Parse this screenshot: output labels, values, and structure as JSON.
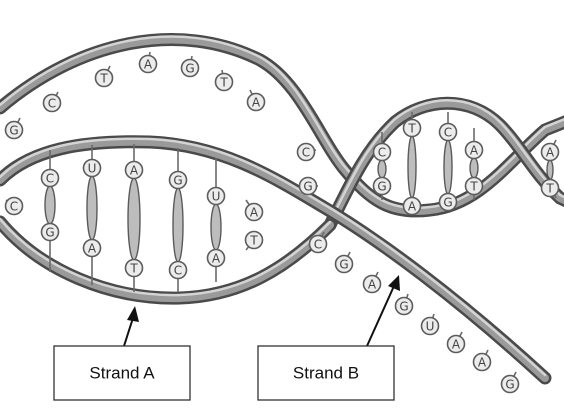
{
  "labels": {
    "strand_a": "Strand A",
    "strand_b": "Strand B"
  },
  "colors": {
    "strand_outline": "#4a4a4a",
    "strand_fill": "#9a9a9a",
    "base_fill": "#ececec",
    "arrow": "#111111"
  },
  "upper_strand_bases": [
    "G",
    "C",
    "T",
    "A",
    "G",
    "T",
    "A"
  ],
  "left_pairs": [
    {
      "top": "C",
      "bottom": "G"
    },
    {
      "top": "U",
      "bottom": "A"
    },
    {
      "top": "A",
      "bottom": "T"
    },
    {
      "top": "G",
      "bottom": "C"
    },
    {
      "top": "U",
      "bottom": "A"
    }
  ],
  "left_end_base": "C",
  "middle_bases": [
    "A",
    "T",
    "C",
    "G"
  ],
  "right_pairs": [
    {
      "top": "C",
      "bottom": "G"
    },
    {
      "top": "T",
      "bottom": "A"
    },
    {
      "top": "C",
      "bottom": "G"
    },
    {
      "top": "A",
      "bottom": "T"
    }
  ],
  "right_end_bases": [
    "A",
    "T"
  ],
  "lower_strand_bases": [
    "C",
    "G",
    "A",
    "G",
    "U",
    "A",
    "A",
    "G"
  ]
}
